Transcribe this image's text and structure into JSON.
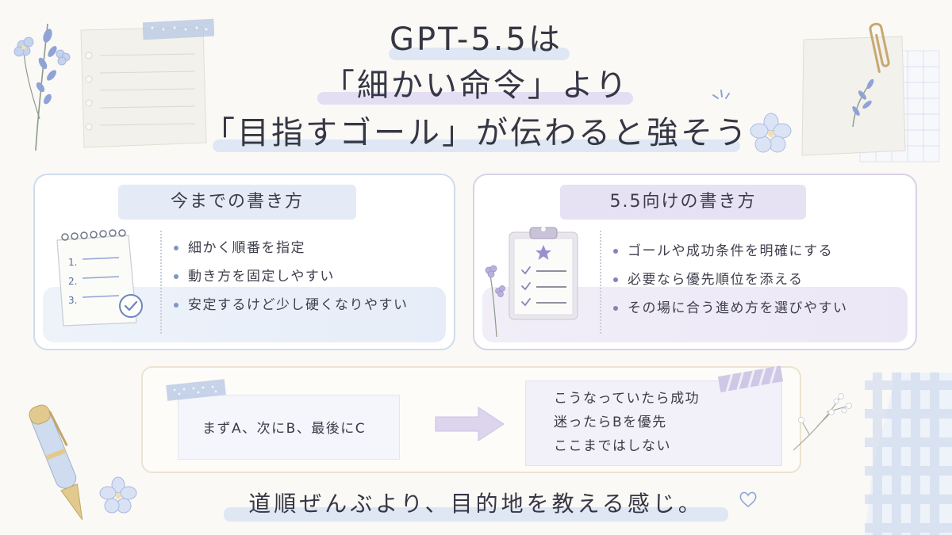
{
  "title": {
    "line1": "GPT-5.5は",
    "line2": "「細かい命令」より",
    "line3": "「目指すゴール」が伝わると強そう"
  },
  "old_style": {
    "heading": "今までの書き方",
    "notepad_numbers": [
      "1.",
      "2.",
      "3."
    ],
    "items": [
      "細かく順番を指定",
      "動き方を固定しやすい",
      "安定するけど少し硬くなりやすい"
    ]
  },
  "new_style": {
    "heading": "5.5向けの書き方",
    "items": [
      "ゴールや成功条件を明確にする",
      "必要なら優先順位を添える",
      "その場に合う進め方を選びやすい"
    ]
  },
  "example": {
    "before": "まずA、次にB、最後にC",
    "after": [
      "こうなっていたら成功",
      "迷ったらBを優先",
      "ここまではしない"
    ]
  },
  "footer": "道順ぜんぶより、目的地を教える感じ。",
  "colors": {
    "background": "#faf9f6",
    "blue_accent": "#cfdcec",
    "purple_accent": "#d8d2e8",
    "blue_dot": "#7f95c4",
    "purple_dot": "#8d7fb8",
    "text": "#3c3d4a"
  },
  "icons": [
    "flower-icon",
    "notepad-icon",
    "checkmark-circle-icon",
    "clipboard-icon",
    "star-icon",
    "arrow-right-icon",
    "pen-icon",
    "paperclip-icon",
    "heart-icon",
    "leaf-sprig-icon"
  ]
}
